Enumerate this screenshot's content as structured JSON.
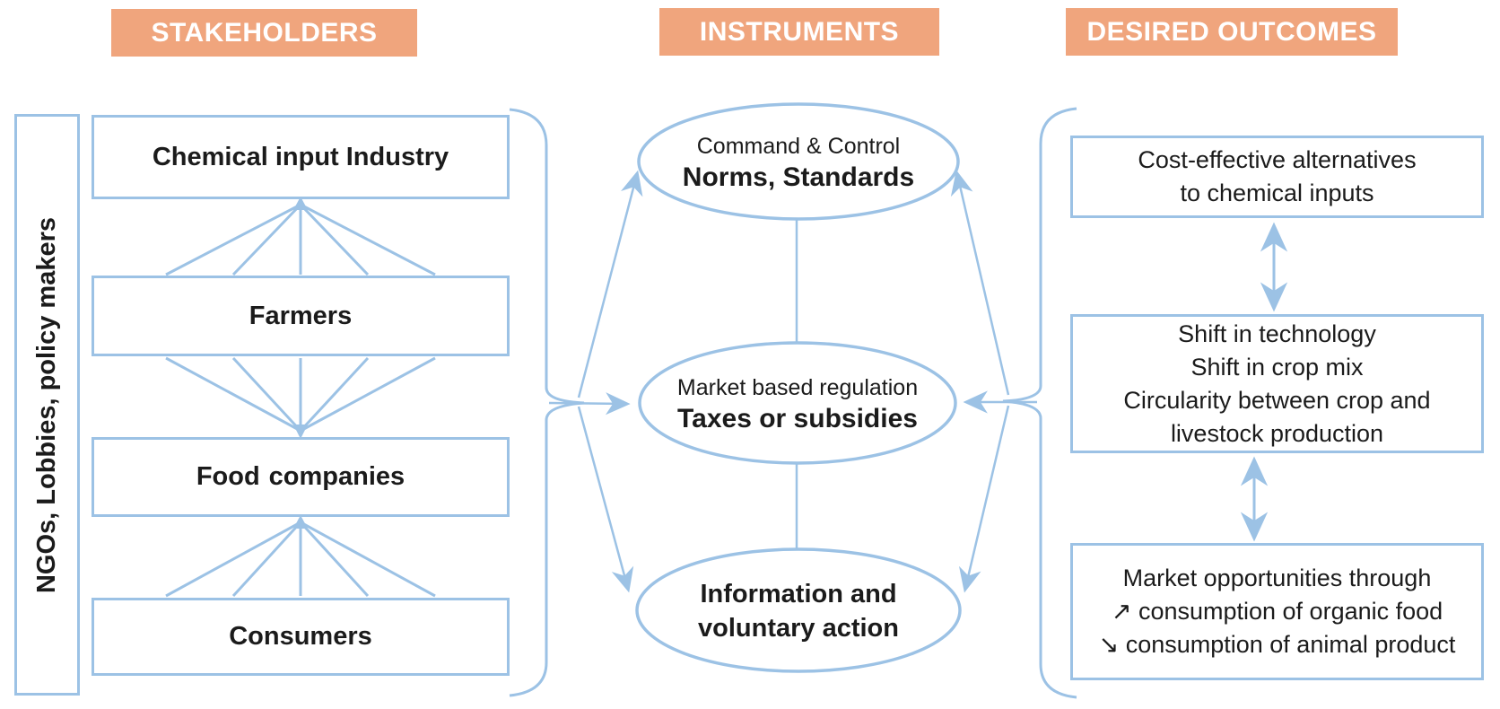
{
  "headers": {
    "stakeholders": "STAKEHOLDERS",
    "instruments": "INSTRUMENTS",
    "outcomes": "DESIRED OUTCOMES"
  },
  "colors": {
    "header_fill": "#F0A57D",
    "header_text": "#FFFFFF",
    "line_blue": "#9CC2E5",
    "text": "#1B1B1B"
  },
  "stakeholders": {
    "side_label": "NGOs, Lobbies, policy makers",
    "boxes": [
      {
        "label": "Chemical input Industry"
      },
      {
        "label": "Farmers"
      },
      {
        "label_prefix": "Food",
        "label_bold": "companies"
      },
      {
        "label": "Consumers"
      }
    ]
  },
  "instruments": {
    "ellipses": [
      {
        "subtitle": "Command & Control",
        "title": "Norms, Standards"
      },
      {
        "subtitle": "Market based regulation",
        "title": "Taxes or subsidies"
      },
      {
        "title_line1": "Information and",
        "title_line2": "voluntary action"
      }
    ]
  },
  "outcomes": {
    "boxes": [
      {
        "lines": [
          "Cost-effective alternatives",
          "to chemical inputs"
        ]
      },
      {
        "lines": [
          "Shift in technology",
          "Shift in crop mix",
          "Circularity between crop and",
          "livestock production"
        ]
      },
      {
        "lines": [
          "Market opportunities through",
          "↗ consumption of organic food",
          "↘ consumption of animal product"
        ]
      }
    ]
  }
}
